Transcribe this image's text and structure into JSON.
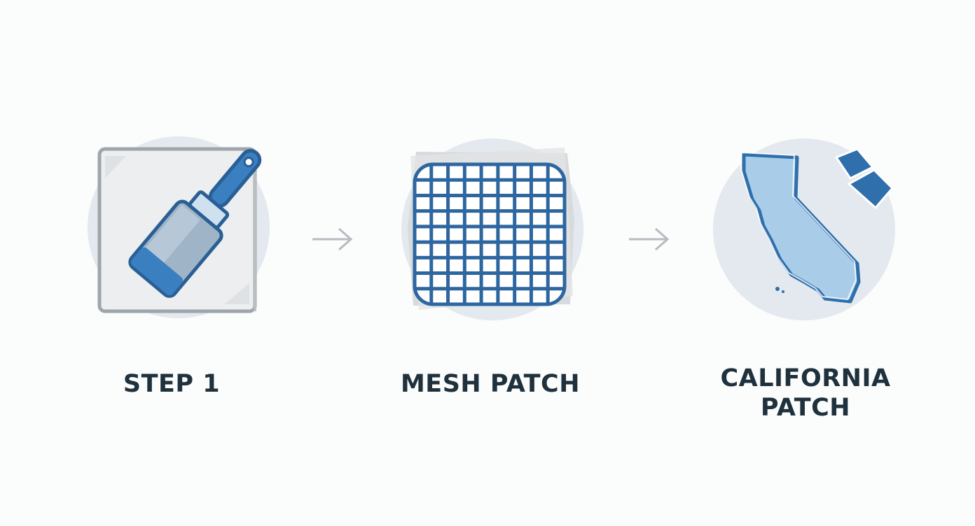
{
  "steps": [
    {
      "label_lines": [
        "STEP 1"
      ],
      "icon": "paintbrush-icon"
    },
    {
      "label_lines": [
        "MESH PATCH"
      ],
      "icon": "mesh-grid-icon"
    },
    {
      "label_lines": [
        "CALIFORNIA",
        "PATCH"
      ],
      "icon": "california-map-icon"
    }
  ],
  "arrows": [
    "arrow-right-icon",
    "arrow-right-icon"
  ],
  "colors": {
    "background": "#fbfcfc",
    "circle": "#e4e9ef",
    "accent_blue": "#2f6fac",
    "light_blue": "#9fc5e4",
    "gray": "#9ea5ab",
    "text": "#1f313d"
  }
}
